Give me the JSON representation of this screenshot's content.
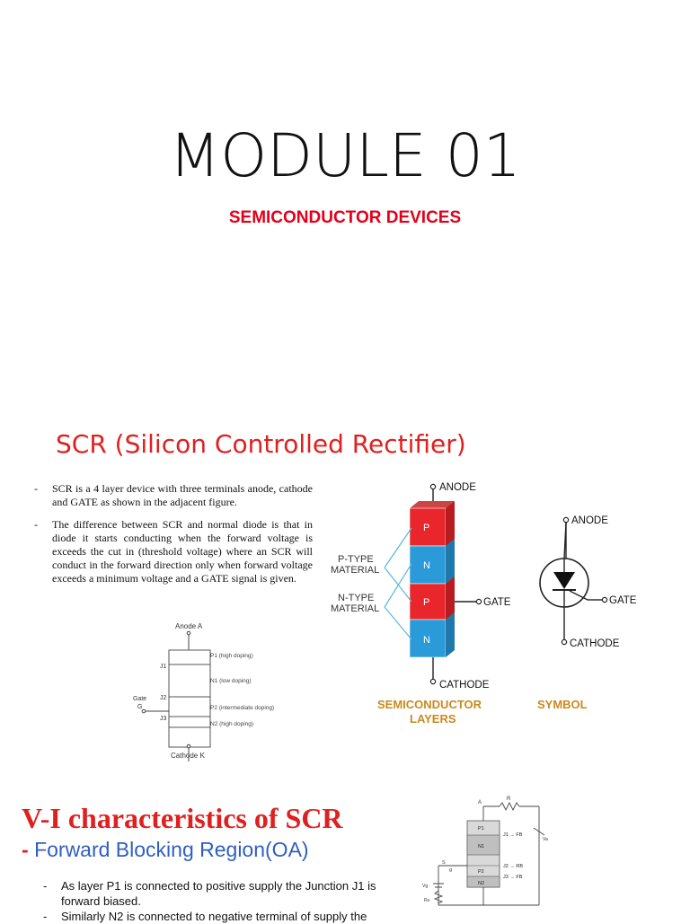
{
  "slide1": {
    "title": "MODULE 01",
    "subtitle": "SEMICONDUCTOR DEVICES"
  },
  "slide2": {
    "heading": "SCR (Silicon Controlled Rectifier)",
    "bullets": [
      "SCR is a 4 layer device with three terminals anode, cathode and GATE as shown in the adjacent figure.",
      "The difference between SCR and normal diode is that in diode it starts conducting when the forward voltage is exceeds the cut in (threshold voltage) where an SCR will conduct in the forward direction only when forward voltage exceeds a minimum voltage and a GATE signal is given."
    ],
    "layer_diagram": {
      "anode": "Anode A",
      "cathode": "Cathode K",
      "gate": "Gate",
      "gate_g": "G",
      "junctions": [
        "J1",
        "J2",
        "J3"
      ],
      "layers": [
        "P1 (high doping)",
        "N1 (low doping)",
        "P2 (intermediate doping)",
        "N2 (high doping)"
      ]
    },
    "scr_figure": {
      "anode": "ANODE",
      "cathode": "CATHODE",
      "gate": "GATE",
      "layers": [
        "P",
        "N",
        "P",
        "N"
      ],
      "p_type": [
        "P-TYPE",
        "MATERIAL"
      ],
      "n_type": [
        "N-TYPE",
        "MATERIAL"
      ],
      "caption_layers": [
        "SEMICONDUCTOR",
        "LAYERS"
      ],
      "caption_symbol": "SYMBOL",
      "colors": {
        "p": "#e8262b",
        "n": "#2a9ad8",
        "caption": "#c98a1e",
        "arrow": "#58b8e0"
      }
    },
    "symbol": {
      "anode": "ANODE",
      "gate": "GATE",
      "cathode": "CATHODE"
    }
  },
  "slide3": {
    "heading": "V-I characteristics of SCR",
    "sub_dash": "-",
    "sub_text": "Forward Blocking Region(OA)",
    "bullets": [
      "As layer P1 is connected to positive supply the Junction J1 is forward biased.",
      "Similarly N2 is connected to negative terminal of supply the"
    ],
    "circuit": {
      "a": "A",
      "r": "R",
      "p1": "P1",
      "n1": "N1",
      "p2": "P2",
      "n2": "N2",
      "j1": "J1 → FB",
      "j2": "J2 → RB",
      "j3": "J3 → FB",
      "s": "S",
      "g": "g",
      "va": "Va",
      "vg": "Vg",
      "rs": "Rs"
    }
  }
}
